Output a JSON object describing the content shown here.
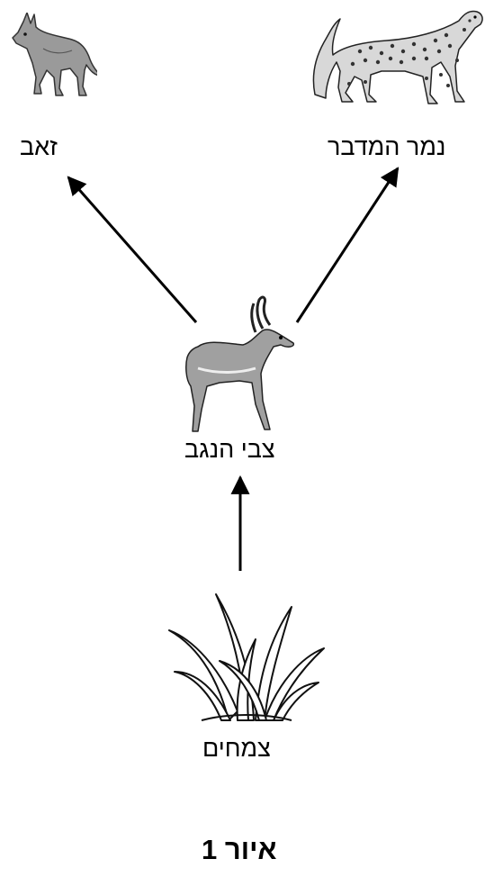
{
  "nodes": {
    "wolf": {
      "label": "זאב",
      "icon": "wolf-icon"
    },
    "cheetah": {
      "label": "נמר המדבר",
      "icon": "cheetah-icon"
    },
    "gazelle": {
      "label": "צבי הנגב",
      "icon": "gazelle-icon"
    },
    "plants": {
      "label": "צמחים",
      "icon": "grass-icon"
    }
  },
  "arrows": [
    {
      "from": "gazelle",
      "to": "wolf"
    },
    {
      "from": "gazelle",
      "to": "cheetah"
    },
    {
      "from": "plants",
      "to": "gazelle"
    }
  ],
  "caption": "איור 1",
  "colors": {
    "arrow": "#000000",
    "animal_fill": "#9a9a9a",
    "animal_dark": "#4a4a4a"
  }
}
